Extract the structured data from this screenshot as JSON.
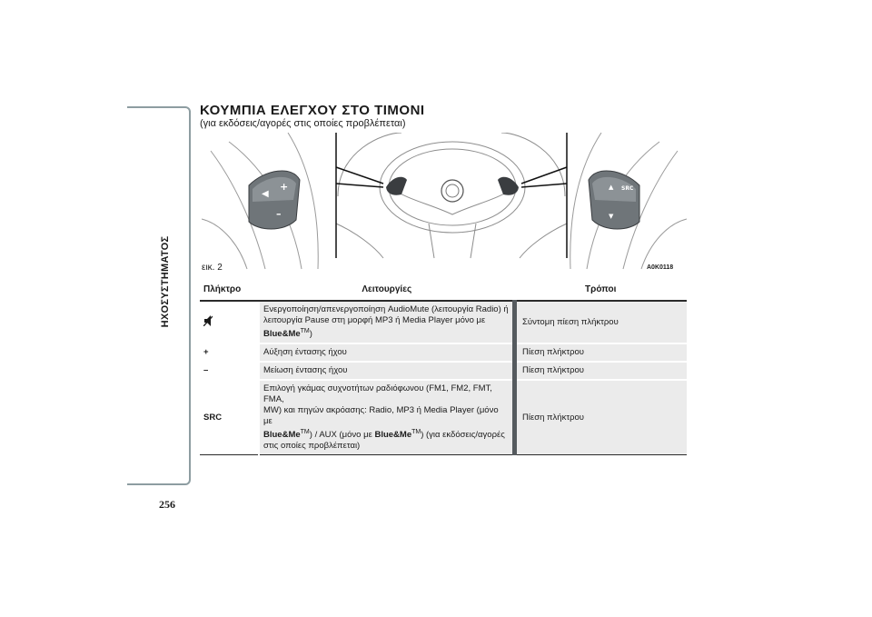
{
  "chapter": "ΗΧΟΣΥΣΤΗΜΑΤΟΣ",
  "page_number": "256",
  "title": "ΚΟΥΜΠΙΑ ΕΛΕΓΧΟΥ ΣΤΟ ΤΙΜΟΝΙ",
  "subtitle": "(για εκδόσεις/αγορές στις οποίες προβλέπεται)",
  "figure": {
    "caption": "εικ. 2",
    "code": "A0K0118",
    "left_plus": "+",
    "left_minus": "–",
    "right_src": "SRC"
  },
  "table": {
    "headers": [
      "Πλήκτρο",
      "Λειτουργίες",
      "Τρόποι"
    ],
    "rows": [
      {
        "key": "",
        "func_line1": "Ενεργοποίηση/απενεργοποίηση AudioMute (λειτουργία Radio) ή",
        "func_line2": "λειτουργία Pause στη μορφή MP3 ή Media Player μόνο με",
        "func_bold": "Blue&Me",
        "func_tm": "TM",
        "func_close": ")",
        "mode": "Σύντομη πίεση πλήκτρου"
      },
      {
        "key": "+",
        "func": "Αύξηση έντασης ήχου",
        "mode": "Πίεση πλήκτρου"
      },
      {
        "key": "–",
        "func": "Μείωση έντασης ήχου",
        "mode": "Πίεση πλήκτρου"
      },
      {
        "key": "SRC",
        "func_line1": "Επιλογή γκάμας συχνοτήτων ραδιόφωνου (FM1, FM2, FMT, FMA,",
        "func_line2": "MW) και πηγών ακρόασης: Radio, MP3 ή Media Player (μόνο με",
        "func_bold1": "Blue&Me",
        "func_tm1": "TM",
        "func_mid": ") / AUX (μόνο με ",
        "func_bold2": "Blue&Me",
        "func_tm2": "TM",
        "func_end": ") (για εκδόσεις/αγορές",
        "func_line4": "στις οποίες προβλέπεται)",
        "mode": "Πίεση πλήκτρου"
      }
    ]
  }
}
